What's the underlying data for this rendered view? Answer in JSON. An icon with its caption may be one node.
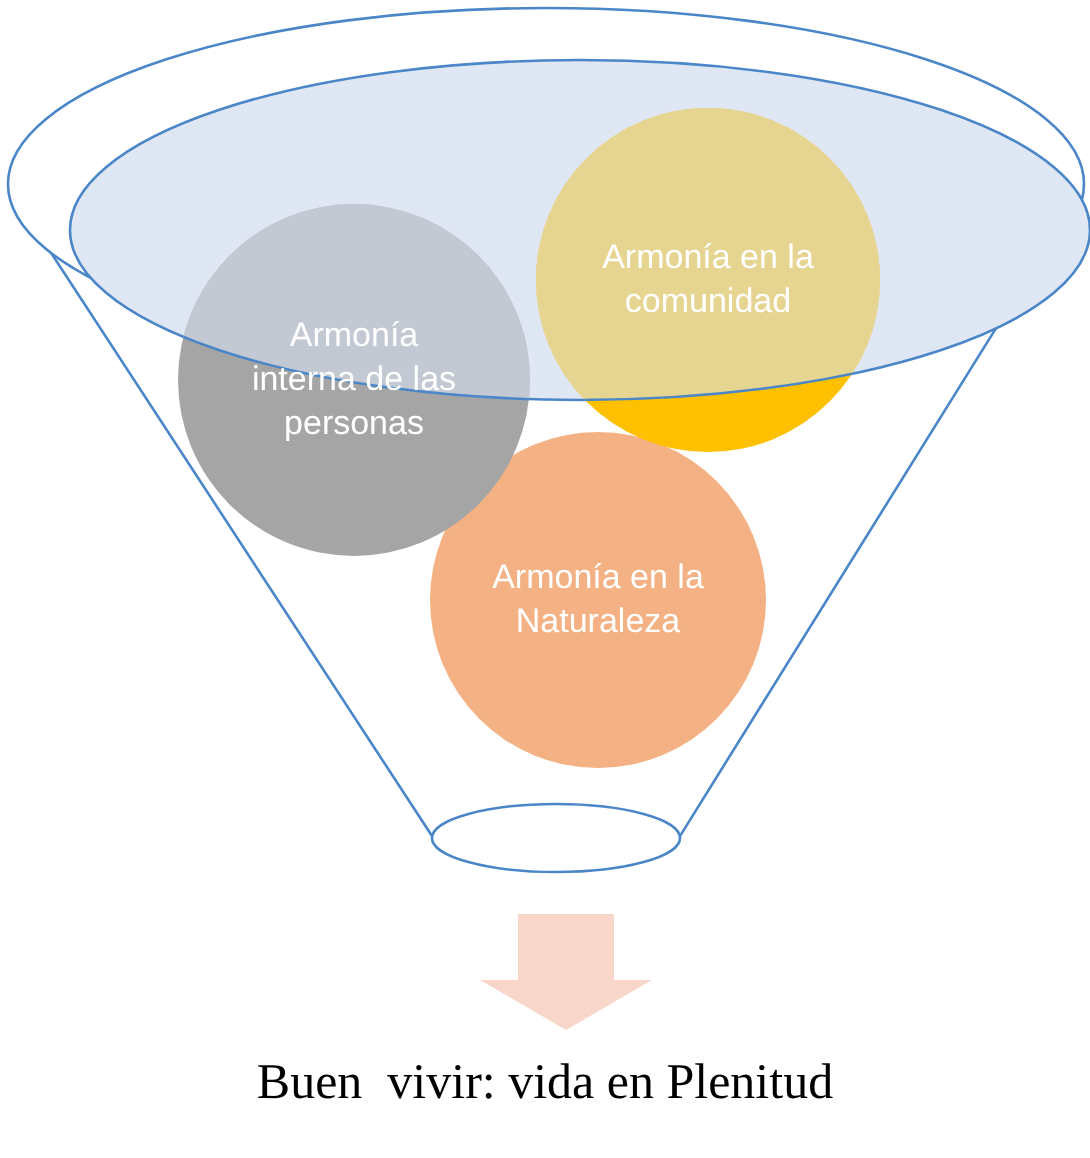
{
  "diagram": {
    "nodes": [
      {
        "text": [],
        "shape": "funnel"
      },
      {
        "text": [
          "Armonía interna de las personas"
        ]
      },
      {
        "text": [
          "Armonía en la comunidad"
        ]
      },
      {
        "text": [
          "Armonía en la Naturaleza"
        ],
        "in": 0
      },
      {
        "text": [
          "Buen  vivir: vida en Plenitud"
        ]
      }
    ],
    "edges": [
      {
        "from": 0,
        "to": 4,
        "arrow": "to",
        "style": "thick",
        "color": "#f8d7ca"
      }
    ]
  }
}
